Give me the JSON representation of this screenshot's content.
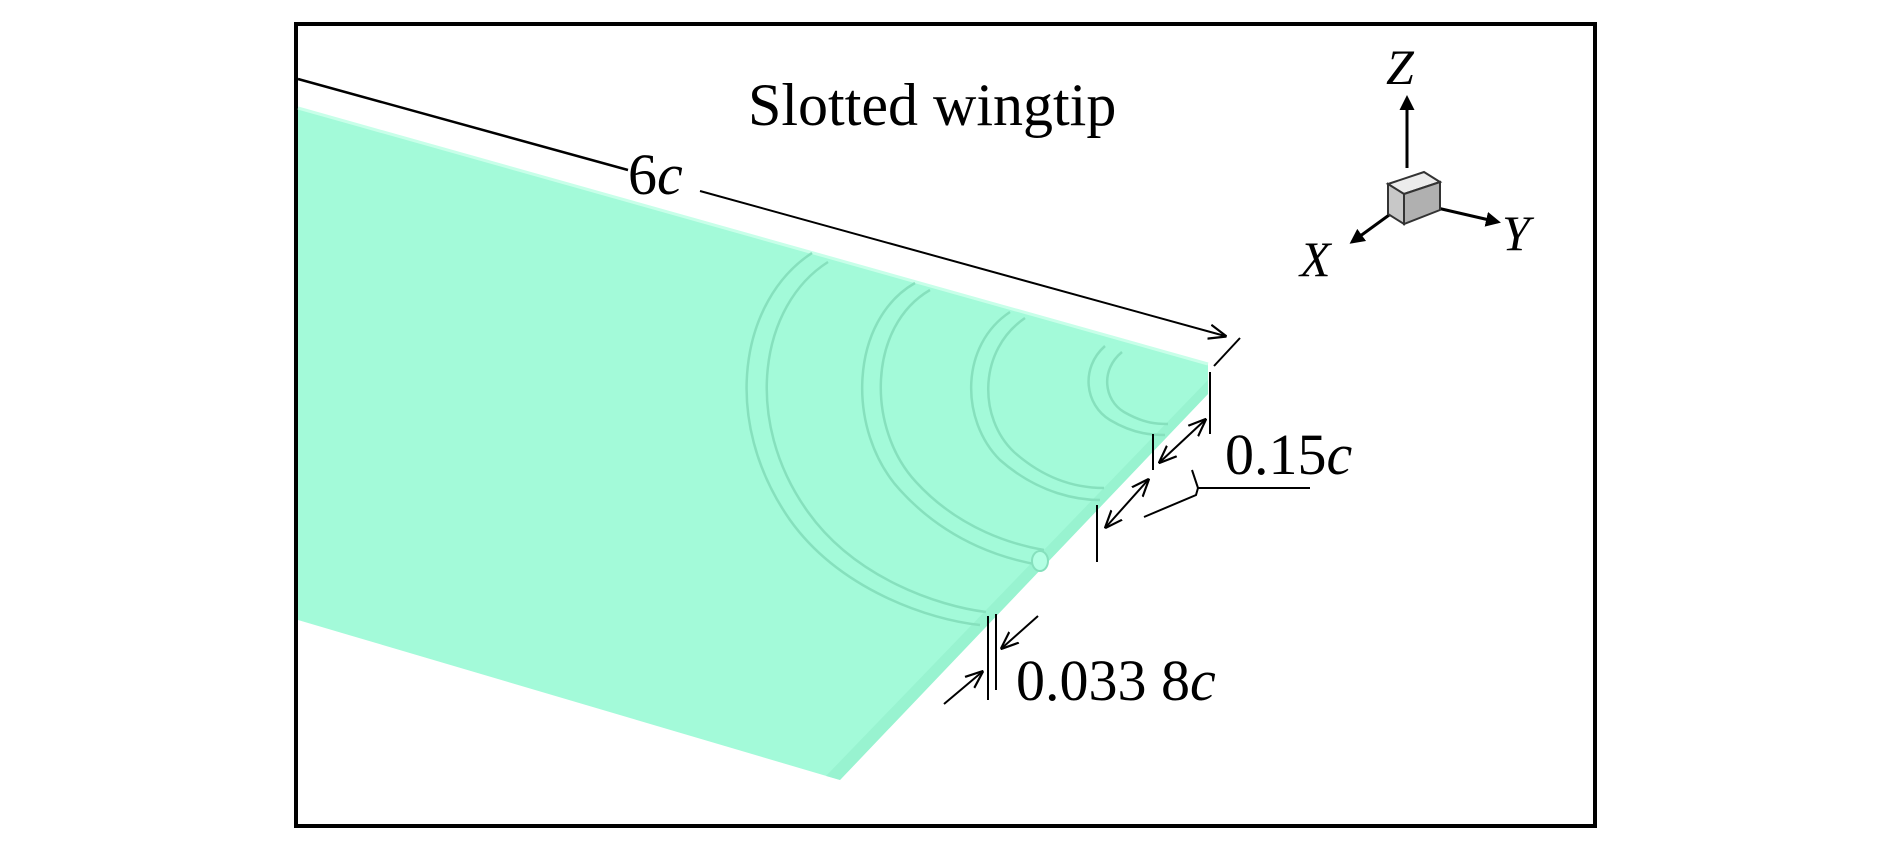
{
  "figure": {
    "title": "Slotted wingtip",
    "dimensions": {
      "span": {
        "value": "6",
        "unit": "c"
      },
      "slot_width": {
        "value": "0.15",
        "unit": "c"
      },
      "slot_gap": {
        "value": "0.033 8",
        "unit": "c"
      }
    },
    "axes": {
      "z": "Z",
      "x": "X",
      "y": "Y"
    },
    "colors": {
      "wing_surface": "#a3fad9",
      "wing_edge": "#8de8c6",
      "slot_line": "#86e0bd",
      "frame": "#000000"
    }
  }
}
